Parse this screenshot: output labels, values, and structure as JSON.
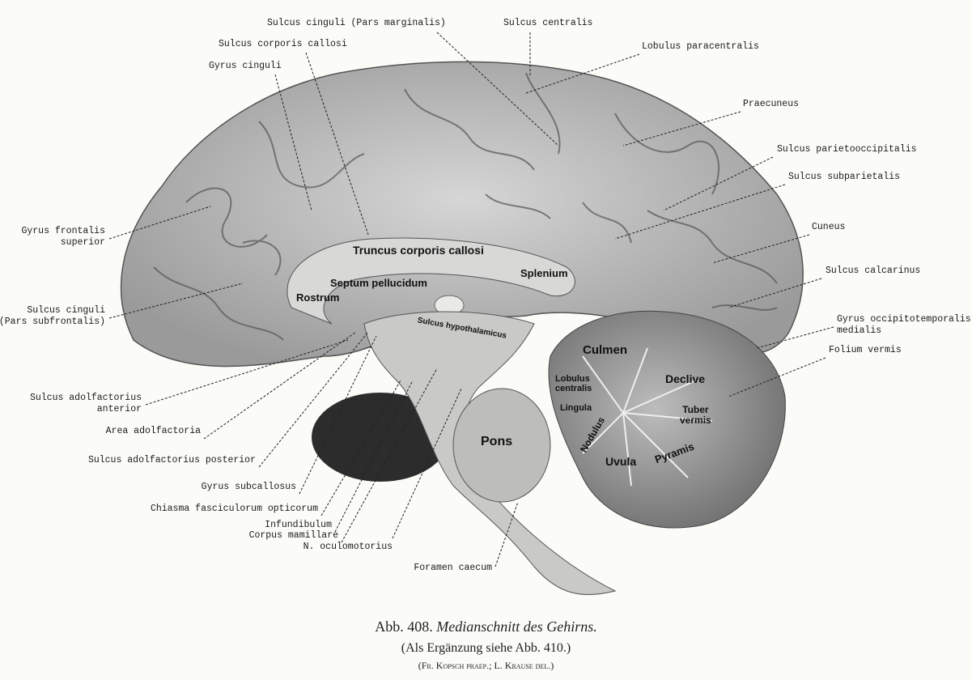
{
  "figure": {
    "caption_number": "Abb. 408.",
    "caption_title": "Medianschnitt des Gehirns.",
    "caption_note": "(Als Ergänzung siehe Abb. 410.)",
    "credit": "(Fr. Kopsch praep.; L. Krause del.)"
  },
  "labels_top": {
    "sulcus_cinguli_marginalis": "Sulcus cinguli (Pars marginalis)",
    "sulcus_corporis_callosi": "Sulcus corporis callosi",
    "gyrus_cinguli": "Gyrus cinguli",
    "sulcus_centralis": "Sulcus centralis",
    "lobulus_paracentralis": "Lobulus paracentralis"
  },
  "labels_right": {
    "praecuneus": "Praecuneus",
    "sulcus_parietooccipitalis": "Sulcus parietooccipitalis",
    "sulcus_subparietalis": "Sulcus subparietalis",
    "cuneus": "Cuneus",
    "sulcus_calcarinus": "Sulcus calcarinus",
    "gyrus_occipitotemporalis_1": "Gyrus occipitotemporalis",
    "gyrus_occipitotemporalis_2": "medialis",
    "folium_vermis": "Folium vermis"
  },
  "labels_left": {
    "gyrus_frontalis_1": "Gyrus frontalis",
    "gyrus_frontalis_2": "superior",
    "sulcus_cinguli_sub_1": "Sulcus cinguli",
    "sulcus_cinguli_sub_2": "(Pars subfrontalis)",
    "sulcus_adolf_ant_1": "Sulcus adolfactorius",
    "sulcus_adolf_ant_2": "anterior",
    "area_adolfactoria": "Area adolfactoria",
    "sulcus_adolf_post": "Sulcus adolfactorius posterior",
    "gyrus_subcallosus": "Gyrus subcallosus",
    "chiasma": "Chiasma fasciculorum opticorum",
    "infundibulum": "Infundibulum",
    "corpus_mamillare": "Corpus mamillare",
    "n_oculomotorius": "N. oculomotorius",
    "foramen_caecum": "Foramen caecum"
  },
  "labels_inside": {
    "truncus": "Truncus corporis callosi",
    "septum": "Septum pellucidum",
    "rostrum": "Rostrum",
    "splenium": "Splenium",
    "sulcus_hypothalamicus": "Sulcus hypothalamicus",
    "culmen": "Culmen",
    "lobulus_centralis_1": "Lobulus",
    "lobulus_centralis_2": "centralis",
    "lingula": "Lingula",
    "declive": "Declive",
    "tuber_1": "Tuber",
    "tuber_2": "vermis",
    "nodulus": "Nodulus",
    "uvula": "Uvula",
    "pyramis": "Pyramis",
    "pons": "Pons"
  }
}
